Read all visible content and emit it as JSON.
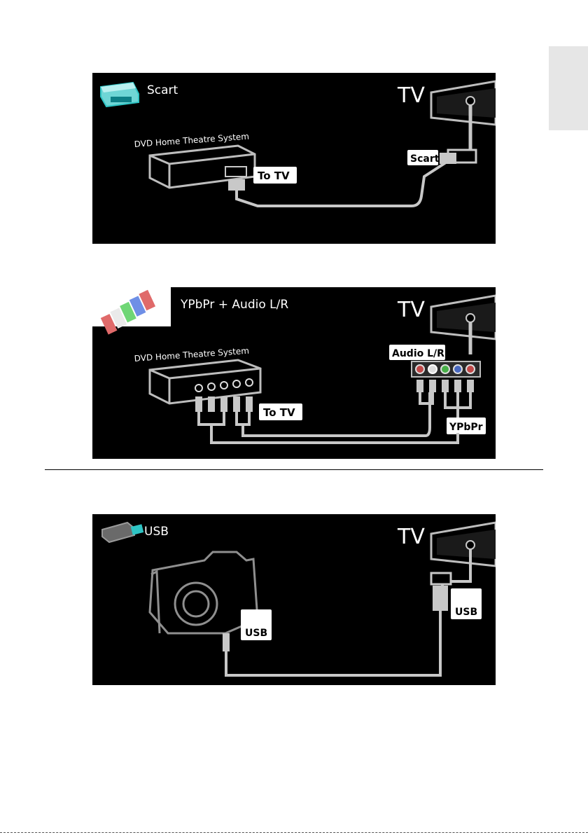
{
  "diagrams": {
    "scart": {
      "title": "Scart",
      "tv": "TV",
      "device": "DVD Home Theatre System",
      "to_tv": "To TV",
      "port": "Scart"
    },
    "ypbpr": {
      "title": "YPbPr + Audio L/R",
      "tv": "TV",
      "device": "DVD Home Theatre System",
      "to_tv": "To TV",
      "audio": "Audio L/R",
      "ypbpr": "YPbPr"
    },
    "usb": {
      "title": "USB",
      "tv": "TV",
      "usb_camera": "USB",
      "usb_tv": "USB"
    }
  },
  "colors": {
    "cable": "#c8c8c8",
    "tv_outline": "#bdbdbd",
    "icon_accent": "#2ec4c4"
  }
}
